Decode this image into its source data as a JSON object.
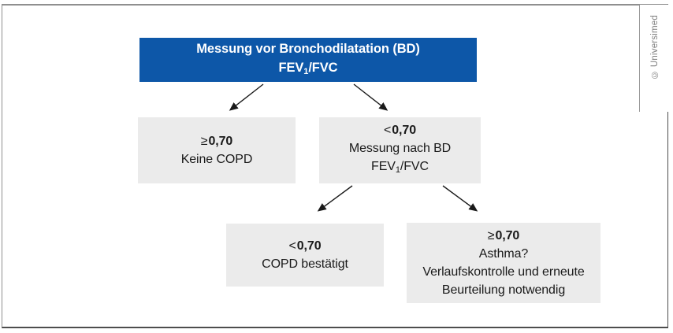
{
  "credit": "© Universimed",
  "colors": {
    "header-bg": "#0d57a8",
    "box-bg": "#ebebeb",
    "arrow": "#1a1a1a",
    "credit": "#7f7f7f"
  },
  "nodes": {
    "root": {
      "line1": "Messung vor Bronchodilatation (BD)",
      "fev": "FEV",
      "fev_sub": "1",
      "fev_rest": "/FVC"
    },
    "no_copd": {
      "symbol": "≥",
      "value": "0,70",
      "line2": "Keine COPD"
    },
    "after_bd": {
      "symbol": "<",
      "value": "0,70",
      "line2": "Messung nach BD",
      "fev": "FEV",
      "fev_sub": "1",
      "fev_rest": "/FVC"
    },
    "copd_confirmed": {
      "symbol": "<",
      "value": "0,70",
      "line2": "COPD bestätigt"
    },
    "asthma": {
      "symbol": "≥",
      "value": "0,70",
      "line2": "Asthma?",
      "line3": "Verlaufskontrolle und erneute",
      "line4": "Beurteilung notwendig"
    }
  }
}
